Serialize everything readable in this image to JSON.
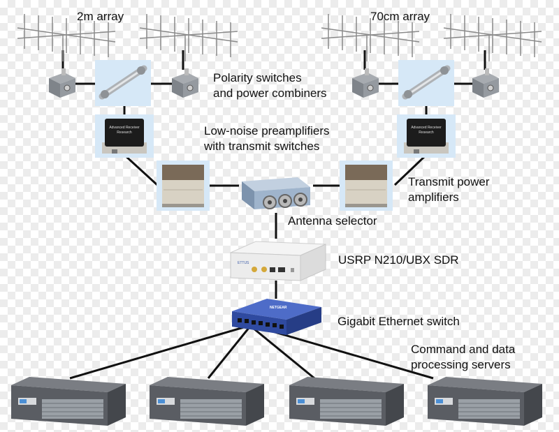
{
  "labels": {
    "array_2m": "2m array",
    "array_70cm": "70cm array",
    "polarity_line1": "Polarity switches",
    "polarity_line2": "and power combiners",
    "lna_line1": "Low-noise preamplifiers",
    "lna_line2": "with transmit switches",
    "tx_line1": "Transmit power",
    "tx_line2": "amplifiers",
    "antenna_selector": "Antenna selector",
    "sdr": "USRP N210/UBX SDR",
    "switch": "Gigabit Ethernet switch",
    "servers_line1": "Command and data",
    "servers_line2": "processing servers"
  },
  "device_text": {
    "preamp_brand": "Advanced Receiver Research",
    "sdr_brand": "ETTUS",
    "switch_brand": "NETGEAR"
  },
  "colors": {
    "link": "#111111",
    "switch_body": "#2f4aa0",
    "switch_light": "#4e6cc8",
    "sdr_body": "#ececec",
    "server_body": "#5a5d63",
    "server_grille": "#9aa0a6",
    "amp_body": "#d8d2c4",
    "amp_top": "#7a6a58",
    "preamp_face": "#1c1c1c",
    "preamp_metal": "#c9c6bf",
    "selector_body": "#9fb4cc",
    "connector": "#b9b9b9",
    "antenna": "#8a8a8a"
  }
}
